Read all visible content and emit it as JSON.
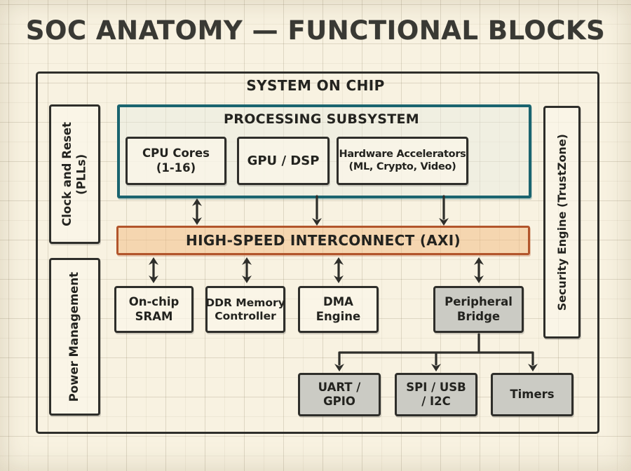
{
  "title": "SOC ANATOMY — FUNCTIONAL BLOCKS",
  "colors": {
    "paper": "#f8f2e1",
    "ink": "#2e2e2a",
    "processing_border_teal": "#1a646f",
    "interconnect_border_orange": "#b2552b",
    "interconnect_fill": "#f6dcba",
    "peripheral_gray_fill": "#cbcbc4",
    "block_cream_fill": "#f7f3e6"
  },
  "soc": {
    "label": "SYSTEM ON CHIP",
    "clock_block": {
      "label": "Clock and Reset",
      "sublabel": "(PLLs)"
    },
    "power_block": {
      "label": "Power Management"
    },
    "security_block": {
      "label": "Security Engine (TrustZone)"
    },
    "processing": {
      "label": "PROCESSING SUBSYSTEM",
      "blocks": [
        {
          "label": "CPU Cores",
          "sublabel": "(1-16)"
        },
        {
          "label": "GPU / DSP",
          "sublabel": ""
        },
        {
          "label": "Hardware Accelerators",
          "sublabel": "(ML, Crypto, Video)"
        }
      ]
    },
    "interconnect": {
      "label": "HIGH-SPEED INTERCONNECT (AXI)"
    },
    "memory_row": [
      {
        "label": "On-chip",
        "sublabel": "SRAM"
      },
      {
        "label": "DDR Memory",
        "sublabel": "Controller"
      },
      {
        "label": "DMA",
        "sublabel": "Engine"
      },
      {
        "label": "Peripheral",
        "sublabel": "Bridge"
      }
    ],
    "peripheral_row": [
      {
        "label": "UART /",
        "sublabel": "GPIO"
      },
      {
        "label": "SPI / USB",
        "sublabel": "/ I2C"
      },
      {
        "label": "Timers",
        "sublabel": ""
      }
    ]
  }
}
